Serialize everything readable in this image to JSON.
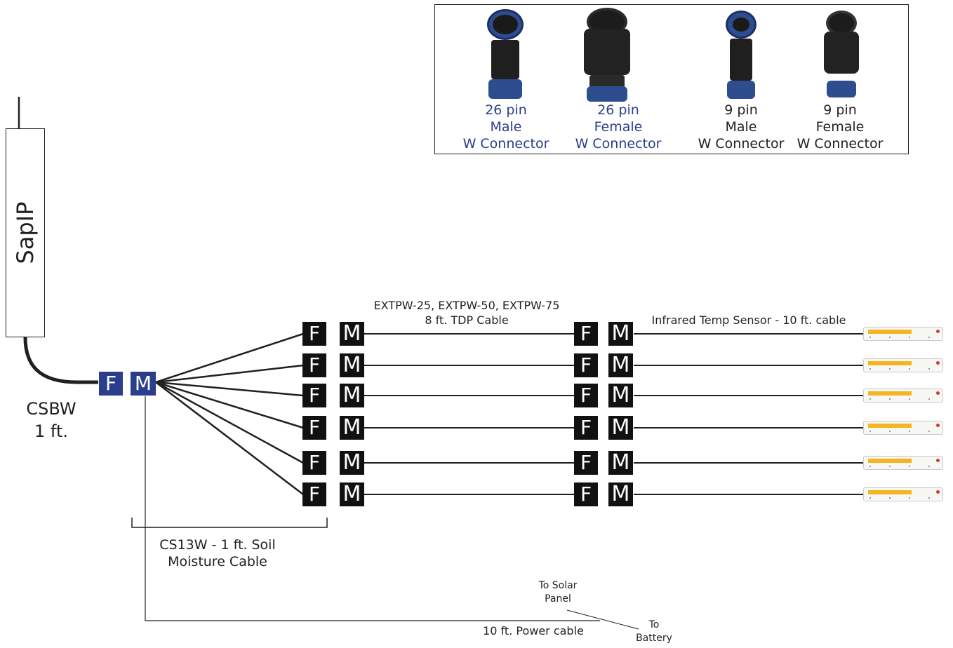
{
  "legend": {
    "connectors": [
      {
        "pins": "26 pin",
        "gender": "Male",
        "type": "W Connector",
        "color": "#2b3e8c",
        "icon": "connector-26pin-male-photo"
      },
      {
        "pins": "26 pin",
        "gender": "Female",
        "type": "W Connector",
        "color": "#2b3e8c",
        "icon": "connector-26pin-female-photo"
      },
      {
        "pins": "9 pin",
        "gender": "Male",
        "type": "W Connector",
        "color": "#231f20",
        "icon": "connector-9pin-male-photo"
      },
      {
        "pins": "9 pin",
        "gender": "Female",
        "type": "W Connector",
        "color": "#231f20",
        "icon": "connector-9pin-female-photo"
      }
    ]
  },
  "sapip": {
    "label": "SapIP"
  },
  "csbw": {
    "line1": "CSBW",
    "line2": "1 ft."
  },
  "hub": {
    "female": "F",
    "male": "M"
  },
  "channel_labels": {
    "female": "F",
    "male": "M"
  },
  "ext_cable": {
    "line1": "EXTPW-25, EXTPW-50, EXTPW-75",
    "line2": "8 ft. TDP Cable"
  },
  "ir_cable": {
    "label": "Infrared Temp Sensor - 10 ft. cable"
  },
  "cs13w": {
    "line1": "CS13W - 1 ft. Soil",
    "line2": "Moisture Cable"
  },
  "power": {
    "cable": "10 ft. Power cable",
    "solar_line1": "To Solar",
    "solar_line2": "Panel",
    "battery_line1": "To",
    "battery_line2": "Battery"
  },
  "channel_count": 6,
  "colors": {
    "blue": "#2b3e8c",
    "black": "#111111",
    "sensor_band": "#f3b521"
  }
}
